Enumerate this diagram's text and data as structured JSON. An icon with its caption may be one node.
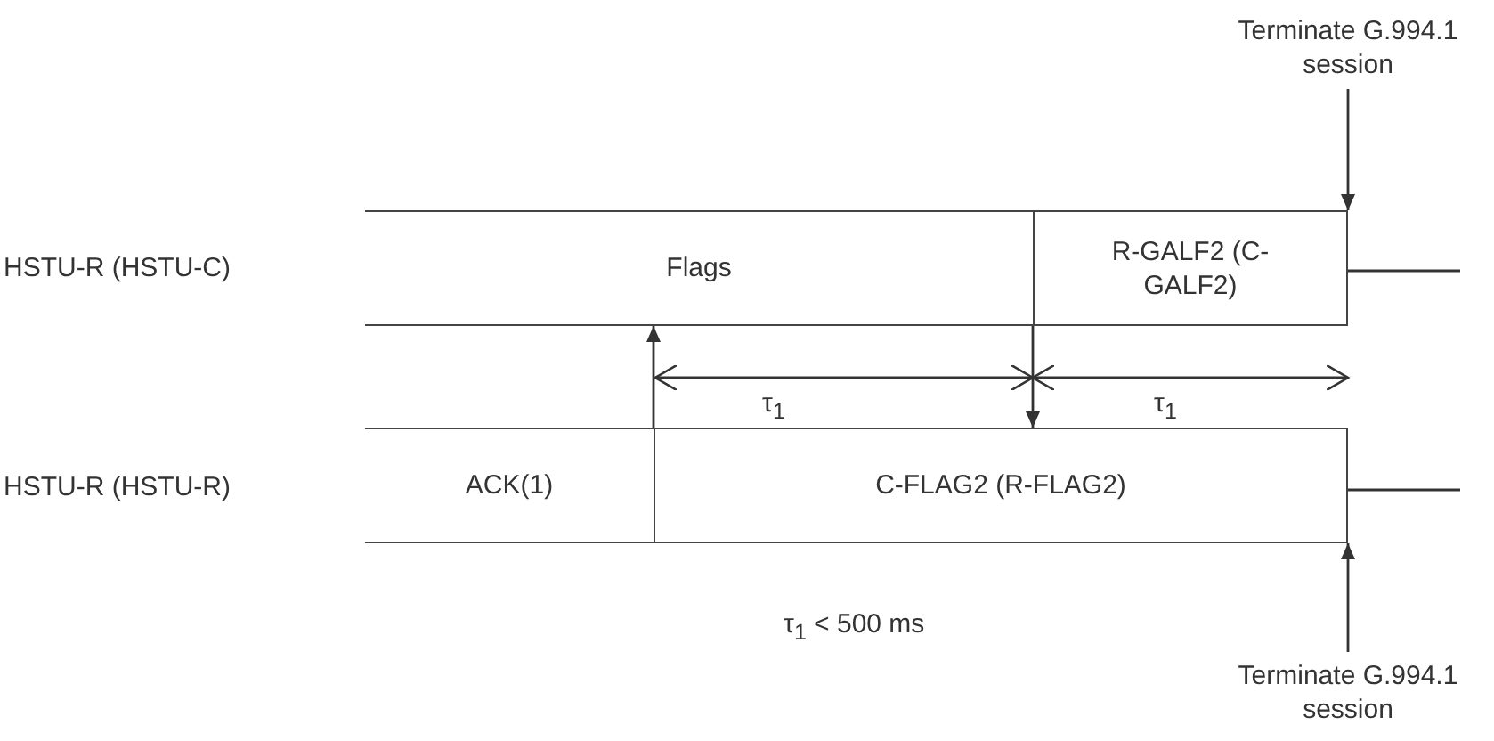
{
  "diagram": {
    "nodes": [
      {
        "text": [
          "Flags"
        ]
      },
      {
        "text": [
          "R-GALF2 (C-GALF2)"
        ]
      },
      {
        "text": [
          "ACK(1)"
        ]
      },
      {
        "text": [
          "C-FLAG2 (R-FLAG2)"
        ]
      },
      {
        "text": [
          "Terminate G.994.1 session"
        ]
      },
      {
        "text": [
          "Terminate G.994.1 session"
        ]
      }
    ],
    "edges": [
      {
        "from": 4,
        "to": 1,
        "arrow": "to"
      },
      {
        "from": 1,
        "to": 3,
        "arrow": "to"
      },
      {
        "from": 3,
        "to": 0,
        "arrow": "to"
      },
      {
        "from": 5,
        "to": 3,
        "arrow": "to"
      }
    ],
    "labels": [
      "HSTU-R (HSTU-C)",
      "HSTU-R (HSTU-R)",
      "τ$_{1}$",
      "τ$_{1}$",
      "τ$_{1}$ < 500 ms"
    ]
  }
}
